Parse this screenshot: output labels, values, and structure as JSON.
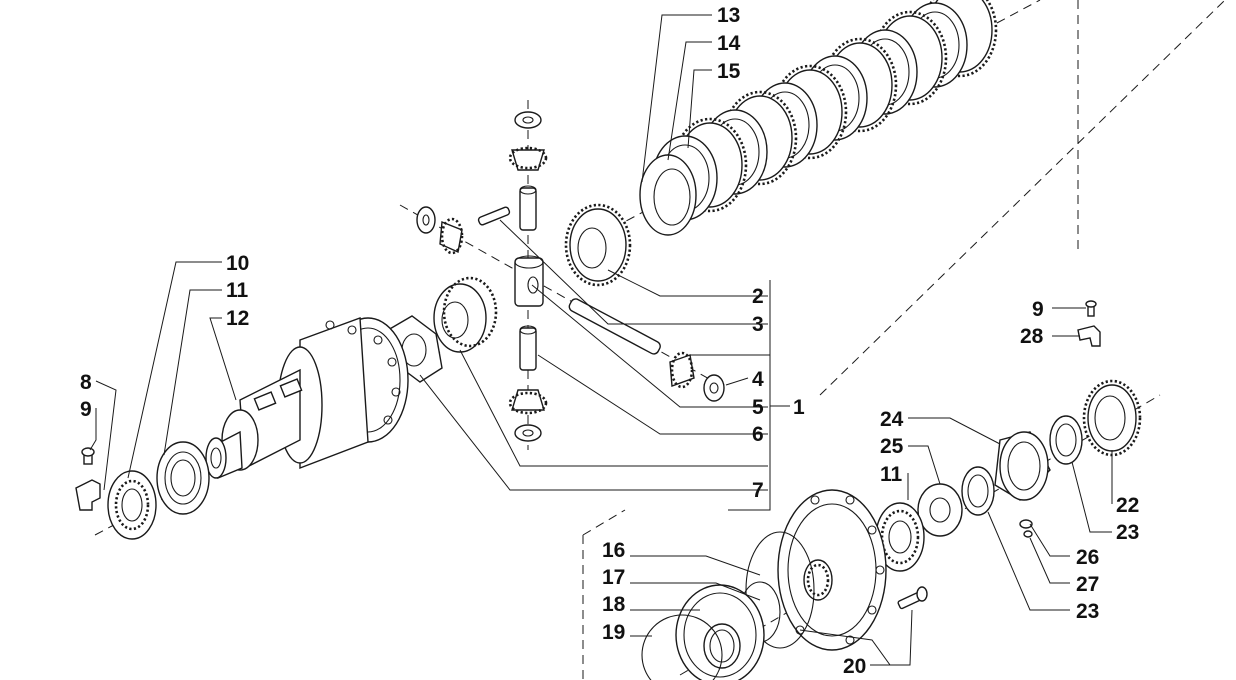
{
  "diagram": {
    "kind": "exploded parts drawing - differential with multi-plate clutch pack"
  },
  "callouts": {
    "c1": "1",
    "c2": "2",
    "c3": "3",
    "c4": "4",
    "c5": "5",
    "c6": "6",
    "c7": "7",
    "c8": "8",
    "c9a": "9",
    "c9b": "9",
    "c10": "10",
    "c11a": "11",
    "c11b": "11",
    "c12": "12",
    "c13": "13",
    "c14": "14",
    "c15": "15",
    "c16": "16",
    "c17": "17",
    "c18": "18",
    "c19": "19",
    "c20": "20",
    "c22": "22",
    "c23a": "23",
    "c23b": "23",
    "c24": "24",
    "c25": "25",
    "c26": "26",
    "c27": "27",
    "c28": "28"
  }
}
